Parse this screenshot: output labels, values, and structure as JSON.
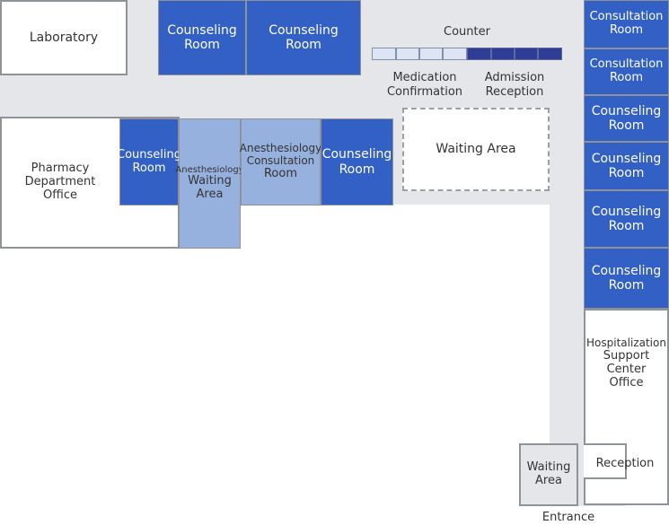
{
  "rooms": {
    "laboratory": "Laboratory",
    "counseling_1": [
      "Counseling",
      "Room"
    ],
    "counseling_2": [
      "Counseling",
      "Room"
    ],
    "counseling_3": [
      "Counseling",
      "Room"
    ],
    "counseling_4": [
      "Counseling",
      "Room"
    ],
    "pharmacy": [
      "Pharmacy",
      "Department",
      "Office"
    ],
    "anesthesiology_waiting": [
      "Anesthesiology",
      "Waiting",
      "Area"
    ],
    "anesthesiology_consultation": [
      "Anesthesiology",
      "Consultation",
      "Room"
    ],
    "waiting_area_center": "Waiting Area",
    "waiting_area_entrance": [
      "Waiting",
      "Area"
    ],
    "consultation_1": [
      "Consultation",
      "Room"
    ],
    "consultation_2": [
      "Consultation",
      "Room"
    ],
    "right_counseling_1": [
      "Counseling",
      "Room"
    ],
    "right_counseling_2": [
      "Counseling",
      "Room"
    ],
    "right_counseling_3": [
      "Counseling",
      "Room"
    ],
    "right_counseling_4": [
      "Counseling",
      "Room"
    ],
    "hospitalization": [
      "Hospitalization",
      "Support",
      "Center",
      "Office"
    ],
    "reception": "Reception"
  },
  "counter": {
    "title": "Counter",
    "medication": [
      "Medication",
      "Confirmation"
    ],
    "admission": [
      "Admission",
      "Reception"
    ]
  },
  "entrance": "Entrance",
  "colors": {
    "counseling": "#3260c4",
    "anesthesiology": "#97b1df",
    "corridor": "#e4e6e9",
    "counter_medication": "#dde5f4",
    "counter_admission": "#2f3d96"
  }
}
